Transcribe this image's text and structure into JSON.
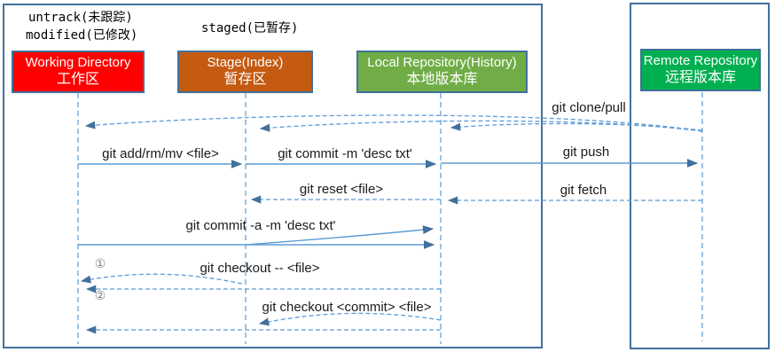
{
  "diagram_type": "git-workflow-sequence-diagram",
  "legend": {
    "untracked": "untrack(未跟踪)",
    "modified": "modified(已修改)",
    "staged": "staged(已暂存)"
  },
  "nodes": [
    {
      "id": "working-directory",
      "name_en": "Working Directory",
      "name_zh": "工作区",
      "fill": "#FF0000"
    },
    {
      "id": "stage-index",
      "name_en": "Stage(Index)",
      "name_zh": "暂存区",
      "fill": "#C55A11"
    },
    {
      "id": "local-repository",
      "name_en": "Local Repository(History)",
      "name_zh": "本地版本库",
      "fill": "#70AD47"
    },
    {
      "id": "remote-repository",
      "name_en": "Remote Repository",
      "name_zh": "远程版本库",
      "fill": "#00B050"
    }
  ],
  "edges": {
    "clone_pull": {
      "label": "git clone/pull",
      "from": "remote-repository",
      "to": "working-directory, stage-index, local-repository",
      "line": "dashed"
    },
    "add": {
      "label": "git add/rm/mv <file>",
      "from": "working-directory",
      "to": "stage-index",
      "line": "solid"
    },
    "commit_m": {
      "label": "git commit -m 'desc txt'",
      "from": "stage-index",
      "to": "local-repository",
      "line": "solid"
    },
    "push": {
      "label": "git push",
      "from": "local-repository",
      "to": "remote-repository",
      "line": "solid"
    },
    "reset": {
      "label": "git reset <file>",
      "from": "local-repository",
      "to": "stage-index",
      "line": "dashed"
    },
    "fetch": {
      "label": "git fetch",
      "from": "remote-repository",
      "to": "local-repository",
      "line": "dashed"
    },
    "commit_a": {
      "label": "git commit -a -m 'desc txt'",
      "from": "working-directory",
      "to": "local-repository",
      "line": "solid"
    },
    "checkout_file": {
      "label": "git checkout -- <file>",
      "from": "stage-index",
      "to": "working-directory",
      "line": "dashed"
    },
    "checkout_commit": {
      "label": "git checkout <commit> <file>",
      "from": "local-repository",
      "to": "stage-index, working-directory",
      "line": "dashed"
    }
  },
  "steps": {
    "one": "①",
    "two": "②"
  },
  "colors": {
    "working_directory_fill": "#FF0000",
    "stage_fill": "#C55A11",
    "local_repo_fill": "#70AD47",
    "remote_repo_fill": "#00B050",
    "box_border": "#41719C",
    "connector": "#5B9BD5",
    "arrowhead": "#41719C"
  }
}
